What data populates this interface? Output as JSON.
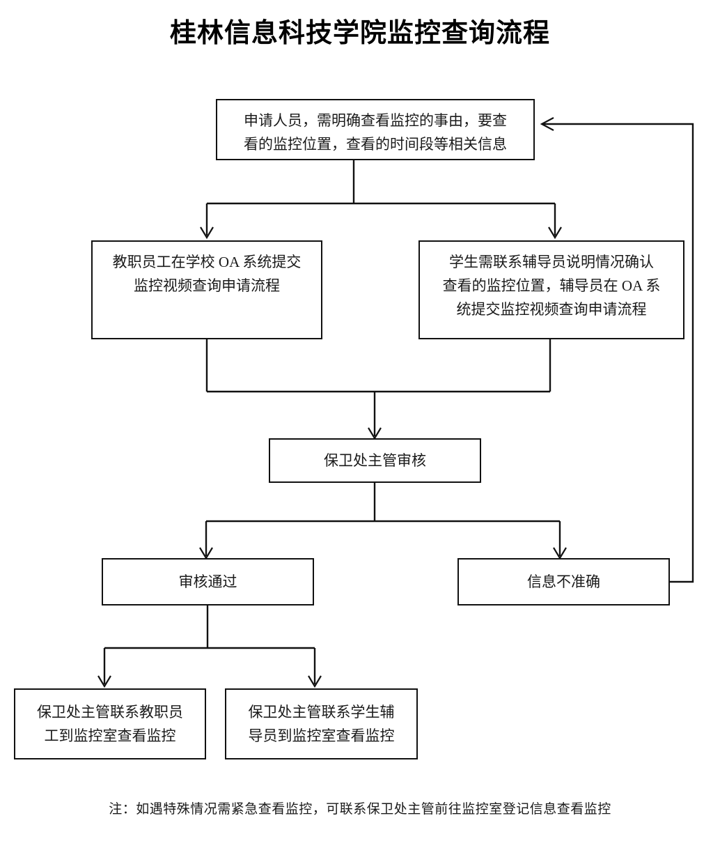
{
  "title": "桂林信息科技学院监控查询流程",
  "footer_note": "注：如遇特殊情况需紧急查看监控，可联系保卫处主管前往监控室登记信息查看监控",
  "colors": {
    "background": "#ffffff",
    "box_border": "#111111",
    "text": "#1a1a1a",
    "title": "#000000",
    "edge": "#111111"
  },
  "chart_data": {
    "type": "diagram",
    "title": "桂林信息科技学院监控查询流程",
    "nodes": [
      {
        "id": "apply",
        "label": "申请人员，需明确查看监控的事由，要查看的监控位置，查看的时间段等相关信息"
      },
      {
        "id": "staff_oa",
        "label": "教职员工在学校 OA 系统提交监控视频查询申请流程"
      },
      {
        "id": "student_oa",
        "label": "学生需联系辅导员说明情况确认查看的监控位置，辅导员在 OA 系统提交监控视频查询申请流程"
      },
      {
        "id": "review",
        "label": "保卫处主管审核"
      },
      {
        "id": "approved",
        "label": "审核通过"
      },
      {
        "id": "rejected",
        "label": "信息不准确"
      },
      {
        "id": "staff_view",
        "label": "保卫处主管联系教职员工到监控室查看监控"
      },
      {
        "id": "student_view",
        "label": "保卫处主管联系学生辅导员到监控室查看监控"
      }
    ],
    "edges": [
      {
        "from": "apply",
        "to": "staff_oa"
      },
      {
        "from": "apply",
        "to": "student_oa"
      },
      {
        "from": "staff_oa",
        "to": "review"
      },
      {
        "from": "student_oa",
        "to": "review"
      },
      {
        "from": "review",
        "to": "approved"
      },
      {
        "from": "review",
        "to": "rejected"
      },
      {
        "from": "approved",
        "to": "staff_view"
      },
      {
        "from": "approved",
        "to": "student_view"
      },
      {
        "from": "rejected",
        "to": "apply"
      }
    ]
  },
  "nodes": {
    "apply": {
      "line1": "申请人员，需明确查看监控的事由，要查",
      "line2": "看的监控位置，查看的时间段等相关信息"
    },
    "staff_oa": {
      "line1": "教职员工在学校 OA 系统提交",
      "line2": "监控视频查询申请流程"
    },
    "student_oa": {
      "line1": "学生需联系辅导员说明情况确认",
      "line2": "查看的监控位置，辅导员在 OA 系",
      "line3": "统提交监控视频查询申请流程"
    },
    "review": {
      "line1": "保卫处主管审核"
    },
    "approved": {
      "line1": "审核通过"
    },
    "rejected": {
      "line1": "信息不准确"
    },
    "staff_view": {
      "line1": "保卫处主管联系教职员",
      "line2": "工到监控室查看监控"
    },
    "student_view": {
      "line1": "保卫处主管联系学生辅",
      "line2": "导员到监控室查看监控"
    }
  }
}
